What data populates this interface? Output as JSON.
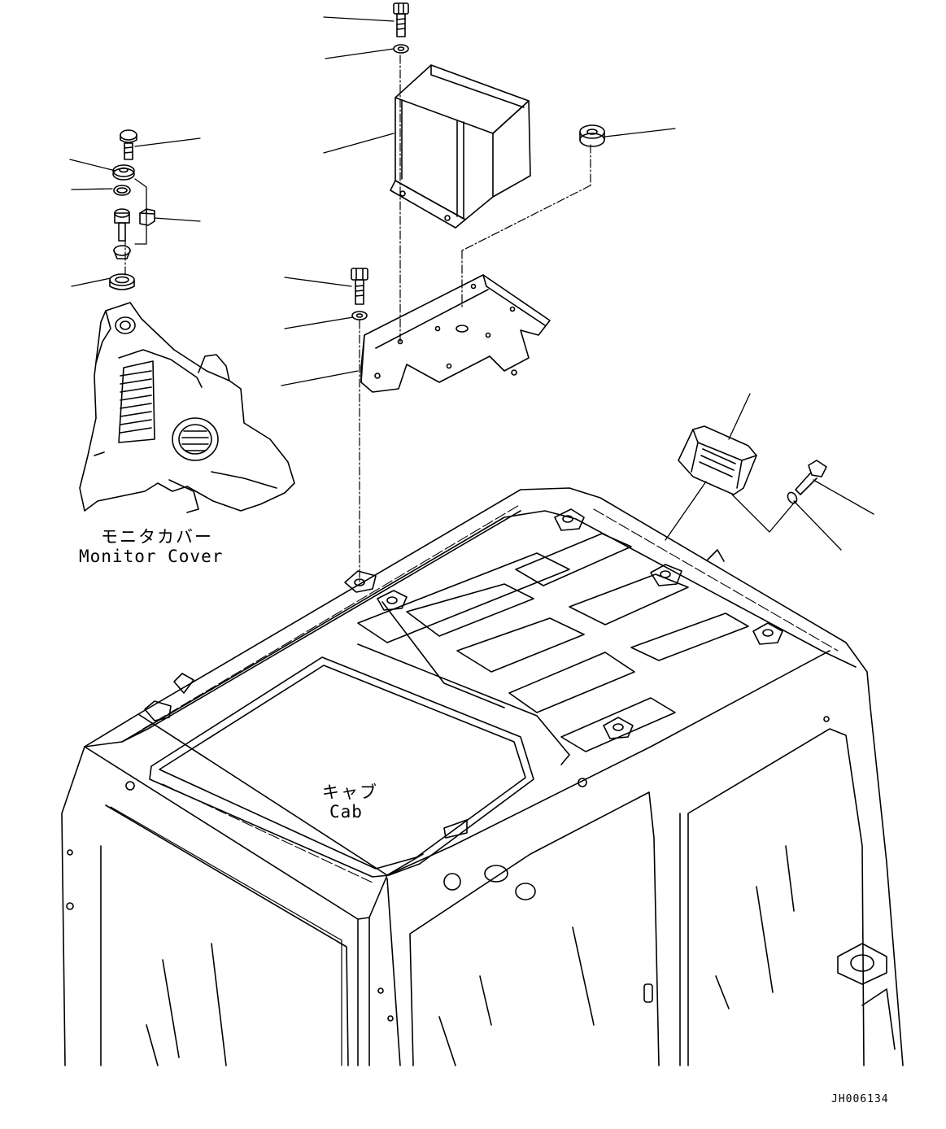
{
  "labels": {
    "monitor_cover_jp": "モニタカバー",
    "monitor_cover_en": "Monitor Cover",
    "cab_jp": "キャブ",
    "cab_en": "Cab"
  },
  "document_id": "JH006134",
  "colors": {
    "line": "#000000",
    "background": "#ffffff"
  }
}
